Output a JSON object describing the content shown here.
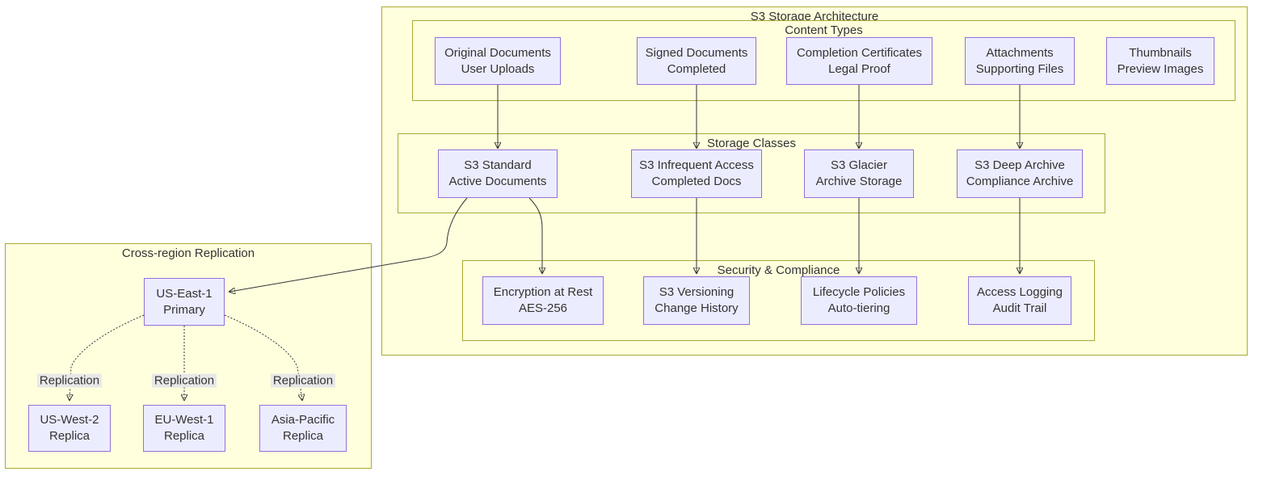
{
  "clusters": {
    "s3_storage_architecture": "S3 Storage Architecture",
    "content_types": "Content Types",
    "storage_classes": "Storage Classes",
    "security_compliance": "Security & Compliance",
    "cross_region_replication": "Cross-region Replication"
  },
  "nodes": {
    "original_documents": {
      "line1": "Original Documents",
      "line2": "User Uploads"
    },
    "signed_documents": {
      "line1": "Signed Documents",
      "line2": "Completed"
    },
    "completion_certificates": {
      "line1": "Completion Certificates",
      "line2": "Legal Proof"
    },
    "attachments": {
      "line1": "Attachments",
      "line2": "Supporting Files"
    },
    "thumbnails": {
      "line1": "Thumbnails",
      "line2": "Preview Images"
    },
    "s3_standard": {
      "line1": "S3 Standard",
      "line2": "Active Documents"
    },
    "s3_infrequent_access": {
      "line1": "S3 Infrequent Access",
      "line2": "Completed Docs"
    },
    "s3_glacier": {
      "line1": "S3 Glacier",
      "line2": "Archive Storage"
    },
    "s3_deep_archive": {
      "line1": "S3 Deep Archive",
      "line2": "Compliance Archive"
    },
    "encryption_at_rest": {
      "line1": "Encryption at Rest",
      "line2": "AES-256"
    },
    "s3_versioning": {
      "line1": "S3 Versioning",
      "line2": "Change History"
    },
    "lifecycle_policies": {
      "line1": "Lifecycle Policies",
      "line2": "Auto-tiering"
    },
    "access_logging": {
      "line1": "Access Logging",
      "line2": "Audit Trail"
    },
    "us_east_1": {
      "line1": "US-East-1",
      "line2": "Primary"
    },
    "us_west_2": {
      "line1": "US-West-2",
      "line2": "Replica"
    },
    "eu_west_1": {
      "line1": "EU-West-1",
      "line2": "Replica"
    },
    "asia_pacific": {
      "line1": "Asia-Pacific",
      "line2": "Replica"
    }
  },
  "edge_labels": {
    "replication_1": "Replication",
    "replication_2": "Replication",
    "replication_3": "Replication"
  },
  "colors": {
    "node_fill": "#ececff",
    "node_border": "#9370db",
    "cluster_fill": "#ffffde",
    "cluster_border": "#aaaa33",
    "edge": "#333333",
    "edge_label_bg": "#e8e8e8",
    "text": "#333333"
  }
}
